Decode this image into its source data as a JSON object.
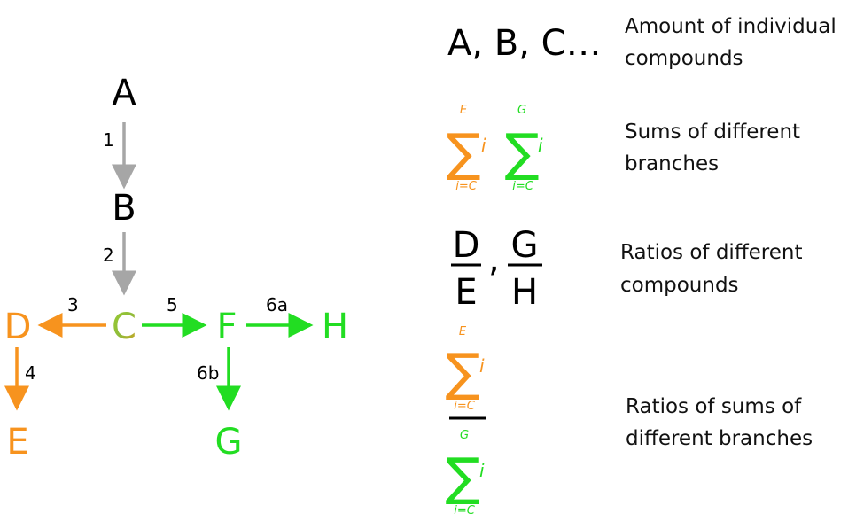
{
  "colors": {
    "gray": "#a6a6a6",
    "orange": "#f7931e",
    "green": "#22dd22",
    "black": "#000000"
  },
  "pathway": {
    "nodes": {
      "A": "A",
      "B": "B",
      "C": "C",
      "D": "D",
      "E": "E",
      "F": "F",
      "G": "G",
      "H": "H"
    },
    "reactions": {
      "r1": "1",
      "r2": "2",
      "r3": "3",
      "r4": "4",
      "r5": "5",
      "r6a": "6a",
      "r6b": "6b"
    }
  },
  "legend": {
    "amounts": {
      "symbol": "A, B, C…",
      "line1": "Amount of individual",
      "line2": "compounds"
    },
    "sums": {
      "orange_upper": "E",
      "orange_lower": "i=C",
      "green_upper": "G",
      "green_lower": "i=C",
      "index": "i",
      "line1": "Sums of different",
      "line2": "branches"
    },
    "ratios": {
      "frac1_num": "D",
      "frac1_den": "E",
      "comma": ",",
      "frac2_num": "G",
      "frac2_den": "H",
      "line1": "Ratios of different",
      "line2": "compounds"
    },
    "ratio_sums": {
      "top_upper": "E",
      "top_lower": "i=C",
      "bottom_upper": "G",
      "bottom_lower": "i=C",
      "index": "i",
      "line1": "Ratios of sums of",
      "line2": "different branches"
    }
  }
}
